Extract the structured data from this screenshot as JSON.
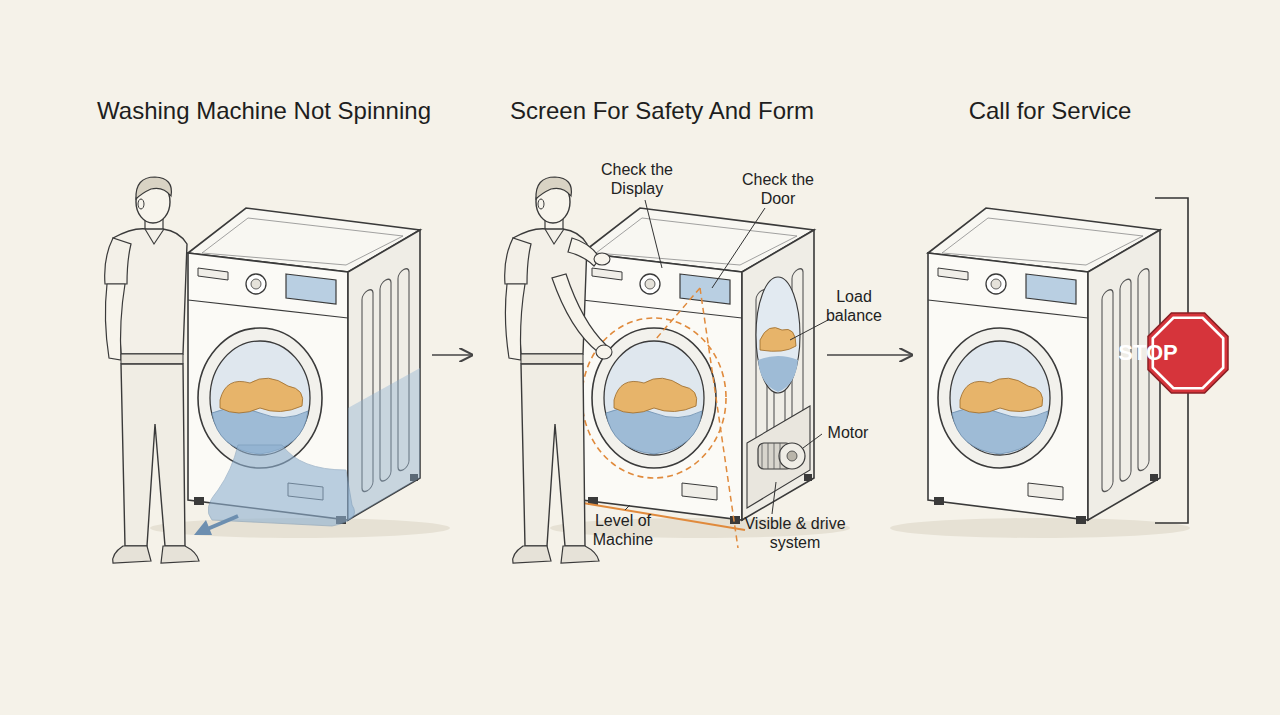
{
  "diagram": {
    "nodes": [
      {
        "text": [
          "Washing Machine Not Spinning"
        ]
      },
      {
        "text": [
          "Screen For Safety And Form"
        ]
      },
      {
        "text": [
          "Call for Service"
        ]
      },
      {
        "text": [
          "STOP"
        ],
        "in": 2
      }
    ],
    "edges": [
      {
        "from": 0,
        "to": 1,
        "arrow": "to"
      },
      {
        "from": 1,
        "to": 2,
        "arrow": "to"
      }
    ],
    "labels": [
      "Check the Display",
      "Check the Door",
      "Load balance",
      "Motor",
      "Level of Machine",
      "Visible & drive system"
    ]
  }
}
